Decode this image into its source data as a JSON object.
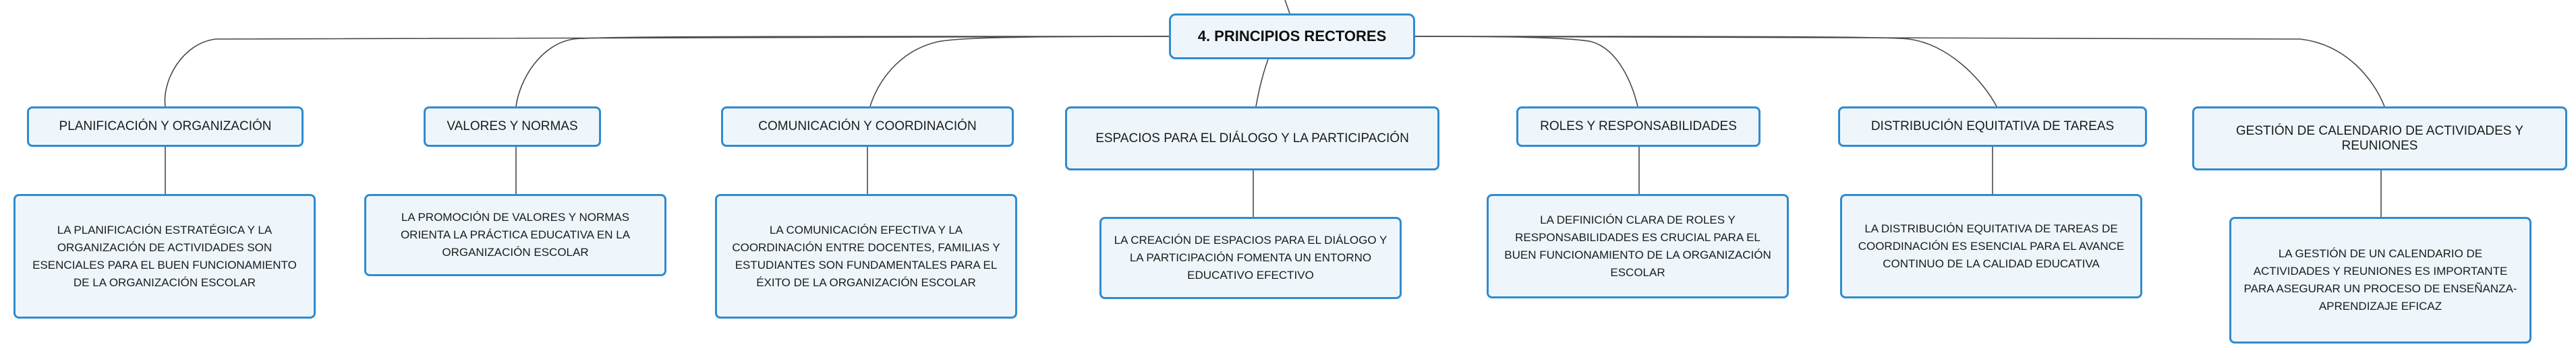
{
  "root": {
    "label": "4. PRINCIPIOS RECTORES"
  },
  "branches": [
    {
      "topic": "PLANIFICACIÓN Y ORGANIZACIÓN",
      "detail": "LA PLANIFICACIÓN ESTRATÉGICA Y LA ORGANIZACIÓN DE ACTIVIDADES SON ESENCIALES PARA EL BUEN FUNCIONAMIENTO DE LA ORGANIZACIÓN ESCOLAR"
    },
    {
      "topic": "VALORES Y NORMAS",
      "detail": "LA PROMOCIÓN DE VALORES Y NORMAS ORIENTA LA PRÁCTICA EDUCATIVA EN LA ORGANIZACIÓN ESCOLAR"
    },
    {
      "topic": "COMUNICACIÓN Y COORDINACIÓN",
      "detail": "LA COMUNICACIÓN EFECTIVA Y LA COORDINACIÓN ENTRE DOCENTES, FAMILIAS Y ESTUDIANTES SON FUNDAMENTALES PARA EL ÉXITO DE LA ORGANIZACIÓN ESCOLAR"
    },
    {
      "topic": "ESPACIOS PARA EL DIÁLOGO Y LA PARTICIPACIÓN",
      "detail": "LA CREACIÓN DE ESPACIOS PARA EL DIÁLOGO Y LA PARTICIPACIÓN FOMENTA UN ENTORNO EDUCATIVO EFECTIVO"
    },
    {
      "topic": "ROLES Y RESPONSABILIDADES",
      "detail": "LA DEFINICIÓN CLARA DE ROLES Y RESPONSABILIDADES ES CRUCIAL PARA EL BUEN FUNCIONAMIENTO DE LA ORGANIZACIÓN ESCOLAR"
    },
    {
      "topic": "DISTRIBUCIÓN EQUITATIVA DE TAREAS",
      "detail": "LA DISTRIBUCIÓN EQUITATIVA DE TAREAS DE COORDINACIÓN ES ESENCIAL PARA EL AVANCE CONTINUO DE LA CALIDAD EDUCATIVA"
    },
    {
      "topic": "GESTIÓN DE CALENDARIO DE ACTIVIDADES Y REUNIONES",
      "detail": "LA GESTIÓN DE UN CALENDARIO DE ACTIVIDADES Y REUNIONES ES IMPORTANTE PARA ASEGURAR UN PROCESO DE ENSEÑANZA-APRENDIZAJE EFICAZ"
    }
  ]
}
